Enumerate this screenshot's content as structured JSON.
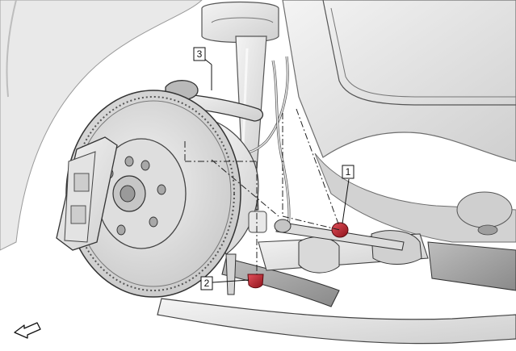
{
  "callouts": [
    {
      "label": "1"
    },
    {
      "label": "2"
    },
    {
      "label": "3"
    }
  ],
  "colors": {
    "highlight": "#c41e2a",
    "outline": "#2b2b2b",
    "background": "#ffffff"
  },
  "icons": {
    "direction_indicator": "arrow-icon"
  }
}
